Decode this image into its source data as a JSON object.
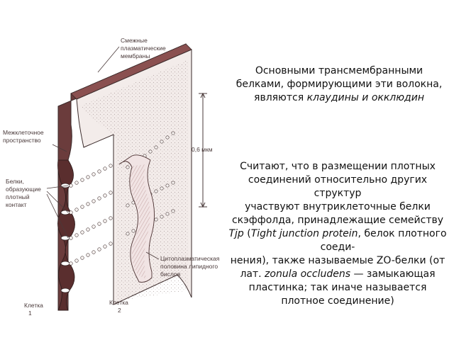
{
  "figure": {
    "labels": {
      "adjacent_membranes": [
        "Смежные",
        "плазматические",
        "мембраны"
      ],
      "intercellular_space": [
        "Межклеточное",
        "пространство"
      ],
      "proteins": [
        "Белки,",
        "образующие",
        "плотный",
        "контакт"
      ],
      "scale": "0,6 мкм",
      "cytoplasmic_half": [
        "Цитоплазматическая",
        "половина липидного",
        "бислоя"
      ],
      "cell1": [
        "Клетка",
        "1"
      ],
      "cell2": [
        "Клетка",
        "2"
      ]
    },
    "colors": {
      "membrane_fill": "#6b3c3c",
      "membrane_light": "#f3ecea",
      "stroke": "#3a2a2a"
    }
  },
  "text": {
    "para1": [
      {
        "t": "Основными трансмембранными"
      },
      {
        "t": "белками, формирующими эти волокна,"
      },
      {
        "t": "являются ",
        "i": "клаудины и окклюдин"
      }
    ],
    "para2": [
      {
        "t": "Считают, что в размещении плотных"
      },
      {
        "t": "соединений относительно других"
      },
      {
        "t": "структур"
      },
      {
        "t": "участвуют внутриклеточные белки"
      },
      {
        "t": "скэффолда, принадлежащие семейству"
      },
      {
        "i": "Tjp",
        "t2": " (",
        "i2": "Tight junction protein",
        "t3": ", белок плотного"
      },
      {
        "t": "соеди-"
      },
      {
        "t": "нения), также называемые ZO-белки (от"
      },
      {
        "t": "лат. ",
        "i": "zonula occludens",
        "t2": " — замыкающая"
      },
      {
        "t": "пластинка; так иначе называется"
      },
      {
        "t": "плотное соединение)"
      }
    ]
  }
}
